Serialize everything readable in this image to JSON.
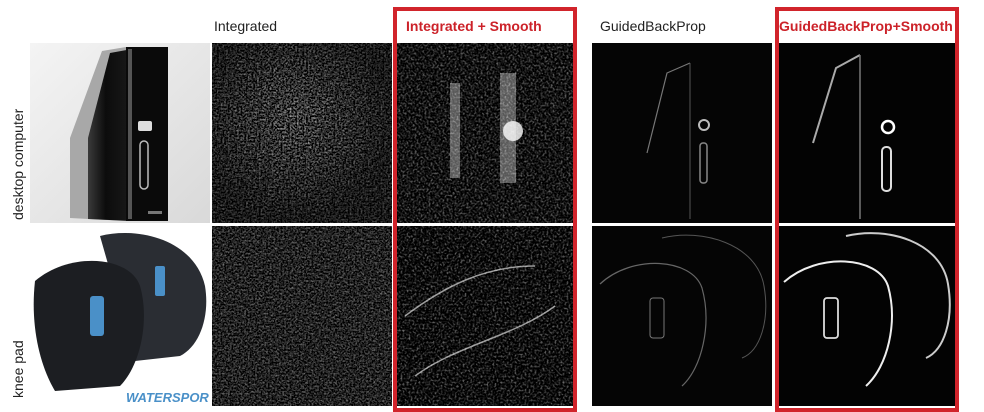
{
  "columns": {
    "integrated": "Integrated",
    "integrated_smooth": "Integrated + Smooth",
    "guided": "GuidedBackProp",
    "guided_smooth": "GuidedBackProp+Smooth"
  },
  "rows": {
    "row1": "desktop computer",
    "row2": "knee pad"
  },
  "photo_watermark": "WATERSPOR",
  "colors": {
    "highlight": "#d1242b"
  }
}
